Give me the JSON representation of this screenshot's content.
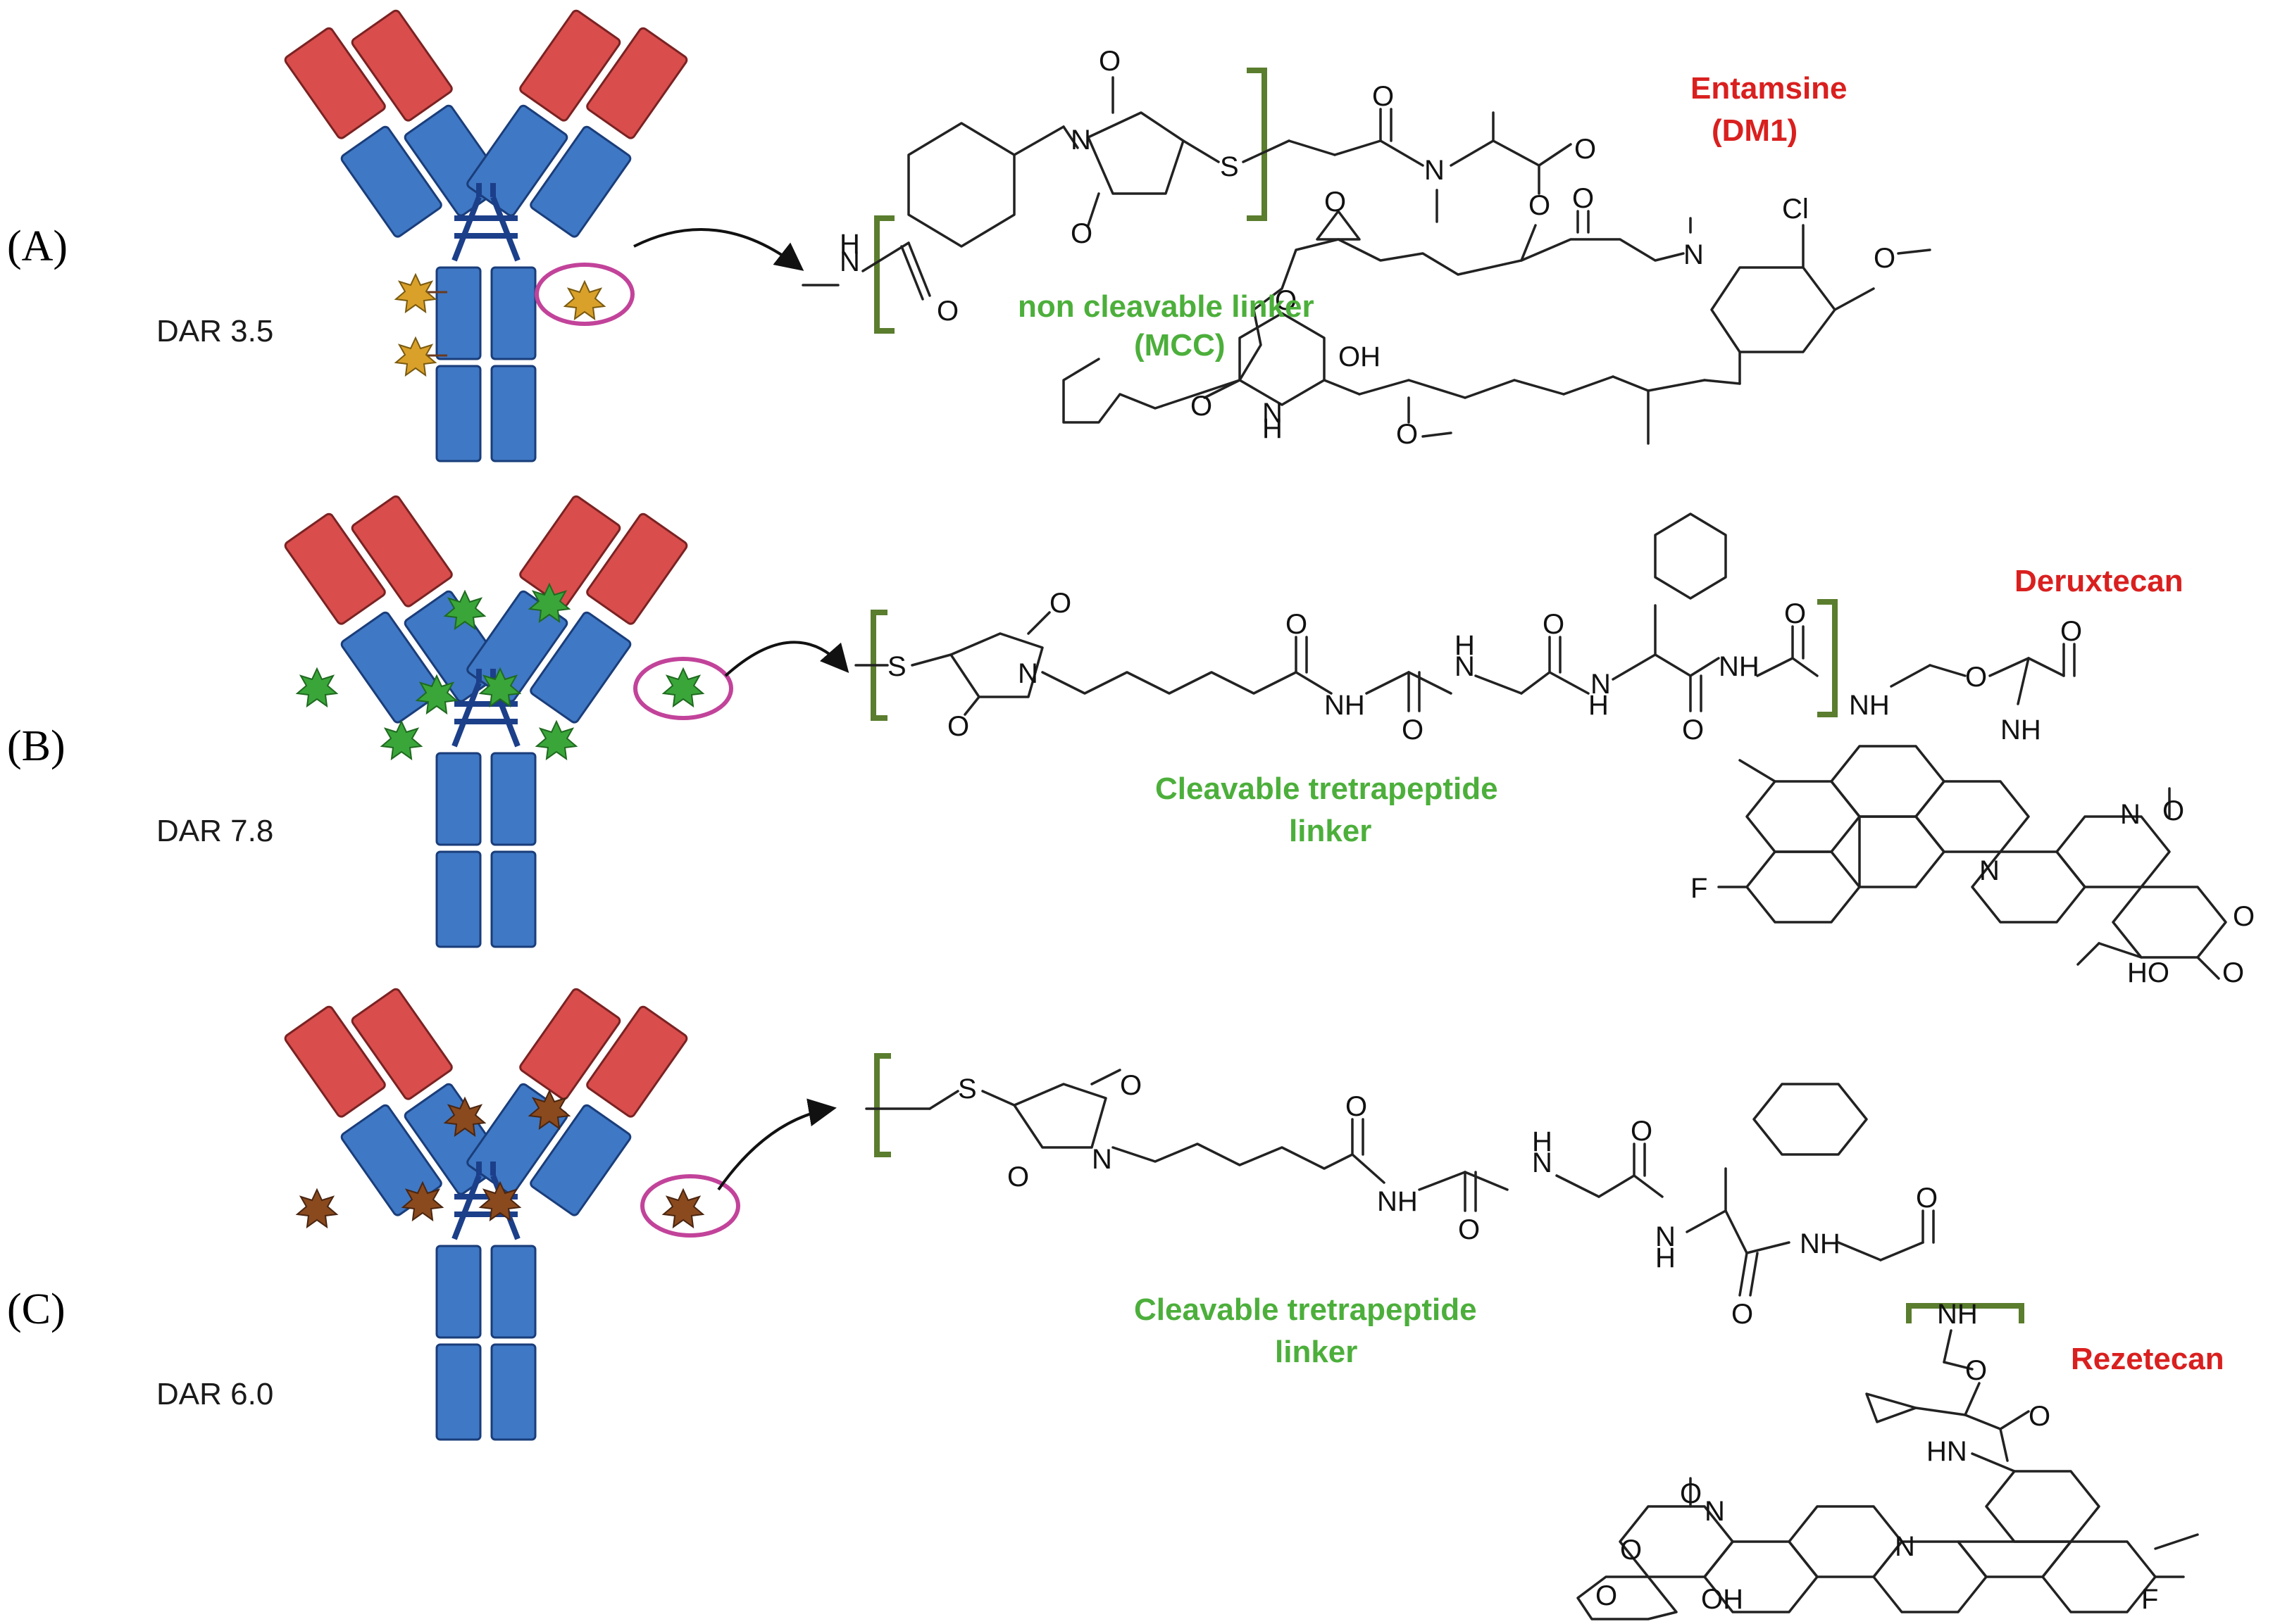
{
  "panels": [
    {
      "label": "(A)",
      "dar": "DAR 3.5",
      "drug_name": "Entamsine",
      "drug_code": "(DM1)",
      "linker_line1": "non cleavable linker",
      "linker_line2": "(MCC)",
      "payload_color": "#d9a12a"
    },
    {
      "label": "(B)",
      "dar": "DAR 7.8",
      "drug_name": "Deruxtecan",
      "linker_line1": "Cleavable tretrapeptide",
      "linker_line2": "linker",
      "payload_color": "#3aa63a"
    },
    {
      "label": "(C)",
      "dar": "DAR 6.0",
      "drug_name": "Rezetecan",
      "linker_line1": "Cleavable tretrapeptide",
      "linker_line2": "linker",
      "payload_color": "#8a4a1e"
    }
  ],
  "atoms": {
    "O": "O",
    "N": "N",
    "S": "S",
    "NH": "NH",
    "H": "H",
    "HN": "HN",
    "OH": "OH",
    "HO": "HO",
    "Cl": "Cl",
    "F": "F"
  },
  "colors": {
    "heavy_chain": "#d94d4d",
    "light_chain": "#3f78c4",
    "highlight_ring": "#c2439a",
    "drug_label": "#d9201f",
    "linker_label": "#4caf3b",
    "bracket": "#5a7d2e"
  }
}
